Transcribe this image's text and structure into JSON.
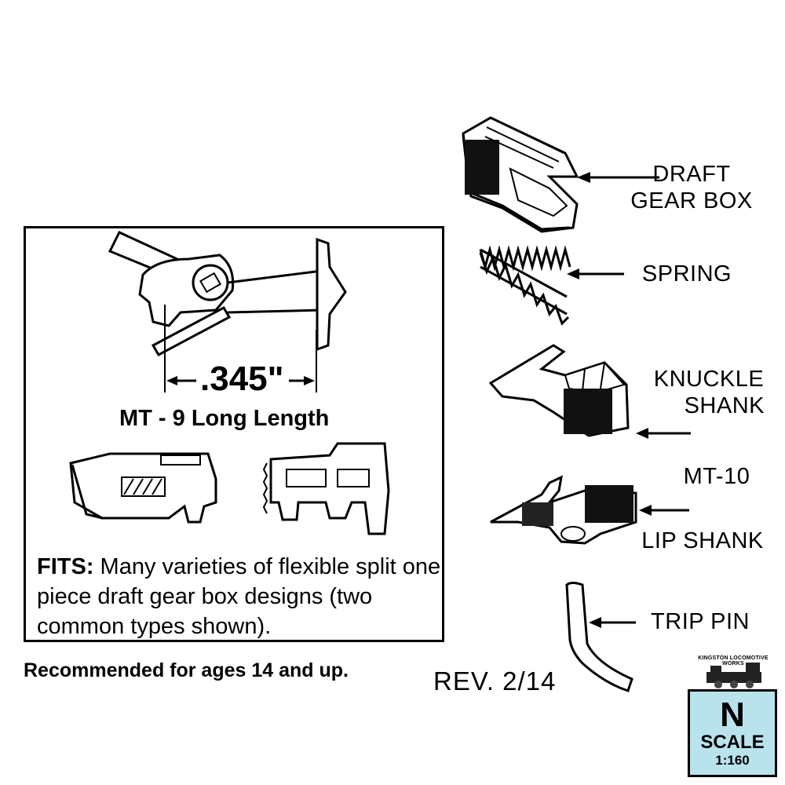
{
  "parts": [
    {
      "id": "draft",
      "lines": [
        "DRAFT",
        "GEAR BOX"
      ]
    },
    {
      "id": "spring",
      "lines": [
        "SPRING"
      ]
    },
    {
      "id": "knuckle",
      "lines": [
        "KNUCKLE",
        "SHANK"
      ]
    },
    {
      "id": "mt10",
      "lines": [
        "MT-10"
      ]
    },
    {
      "id": "lip",
      "lines": [
        "LIP SHANK"
      ]
    },
    {
      "id": "trip",
      "lines": [
        "TRIP PIN"
      ]
    }
  ],
  "main_box": {
    "dimension": ".345\"",
    "model_caption": "MT - 9 Long Length",
    "fits_label": "FITS:",
    "fits_text": " Many varieties of flexible split one piece draft gear box designs (two common types shown)."
  },
  "footer": {
    "age_note": "Recommended for ages 14 and up.",
    "revision": "REV. 2/14"
  },
  "badge": {
    "brand": "KINGSTON LOCOMOTIVE WORKS",
    "scale_letter": "N",
    "scale_word": "SCALE",
    "ratio": "1:160",
    "color": "#b8e3ec"
  }
}
